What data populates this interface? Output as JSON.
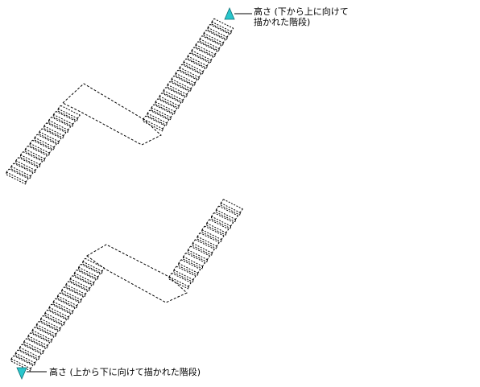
{
  "annotations": {
    "top": {
      "line1": "高さ (下から上に向けて",
      "line2": "描かれた階段)"
    },
    "bottom": {
      "text": "高さ (上から下に向けて描かれた階段)"
    }
  },
  "colors": {
    "stroke": "#000000",
    "marker": "#29c6cc",
    "marker_edge": "#0d6f74",
    "background": "#ffffff"
  },
  "diagram": {
    "top_stair": {
      "lower_flight_steps": 12,
      "upper_flight_steps": 18,
      "marker": "up-arrow-icon"
    },
    "bottom_stair": {
      "lower_flight_steps": 18,
      "upper_flight_steps": 12,
      "marker": "down-arrow-icon"
    }
  }
}
